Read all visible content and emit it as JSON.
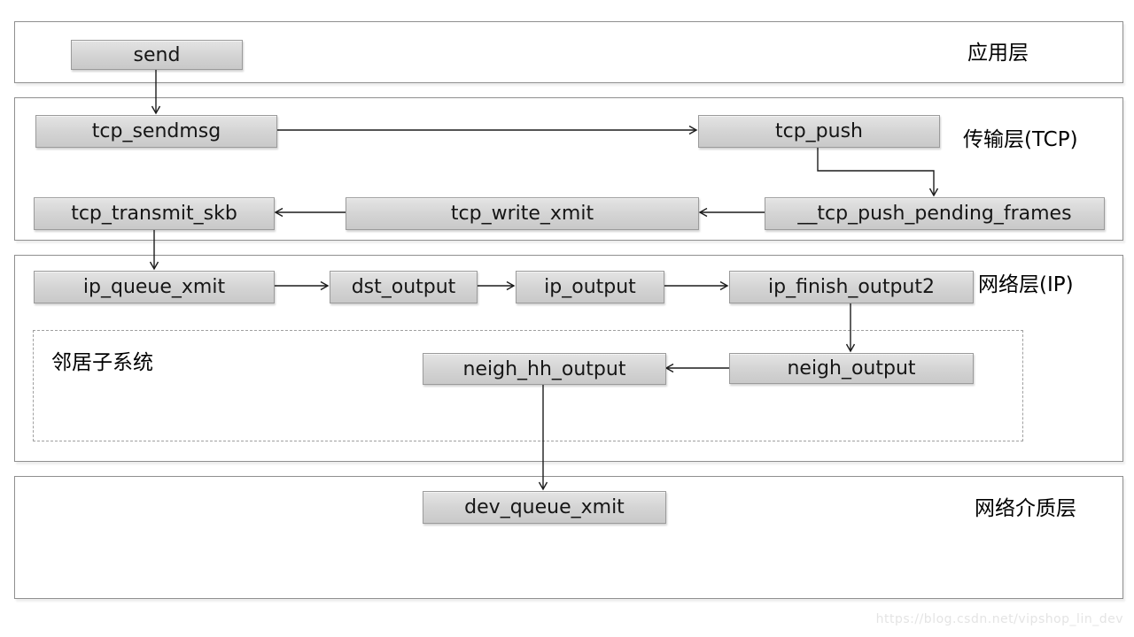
{
  "diagram": {
    "layers": [
      {
        "id": "application",
        "label": "应用层"
      },
      {
        "id": "transport",
        "label": "传输层(TCP)"
      },
      {
        "id": "network",
        "label": "网络层(IP)"
      },
      {
        "id": "media",
        "label": "网络介质层"
      }
    ],
    "subsystem_label": "邻居子系统",
    "nodes": {
      "send": "send",
      "tcp_sendmsg": "tcp_sendmsg",
      "tcp_push": "tcp_push",
      "__tcp_push_pending_frames": "__tcp_push_pending_frames",
      "tcp_write_xmit": "tcp_write_xmit",
      "tcp_transmit_skb": "tcp_transmit_skb",
      "ip_queue_xmit": "ip_queue_xmit",
      "dst_output": "dst_output",
      "ip_output": "ip_output",
      "ip_finish_output2": "ip_finish_output2",
      "neigh_hh_output": "neigh_hh_output",
      "neigh_output": "neigh_output",
      "dev_queue_xmit": "dev_queue_xmit"
    },
    "edges": [
      {
        "from": "send",
        "to": "tcp_sendmsg"
      },
      {
        "from": "tcp_sendmsg",
        "to": "tcp_push"
      },
      {
        "from": "tcp_push",
        "to": "__tcp_push_pending_frames"
      },
      {
        "from": "__tcp_push_pending_frames",
        "to": "tcp_write_xmit"
      },
      {
        "from": "tcp_write_xmit",
        "to": "tcp_transmit_skb"
      },
      {
        "from": "tcp_transmit_skb",
        "to": "ip_queue_xmit"
      },
      {
        "from": "ip_queue_xmit",
        "to": "dst_output"
      },
      {
        "from": "dst_output",
        "to": "ip_output"
      },
      {
        "from": "ip_output",
        "to": "ip_finish_output2"
      },
      {
        "from": "ip_finish_output2",
        "to": "neigh_output"
      },
      {
        "from": "neigh_output",
        "to": "neigh_hh_output"
      },
      {
        "from": "neigh_hh_output",
        "to": "dev_queue_xmit"
      }
    ],
    "colors": {
      "node_fill": "#d3d3d3",
      "node_border": "#9b9b9b",
      "layer_border": "#8f8f8f",
      "arrow": "#1c1c1c"
    }
  },
  "watermark": "https://blog.csdn.net/vipshop_lin_dev"
}
